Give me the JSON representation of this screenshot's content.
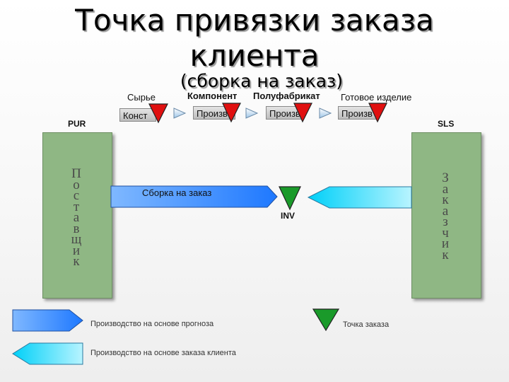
{
  "title": "Точка привязки заказа клиента",
  "subtitle": "(сборка на заказ)",
  "stages": {
    "raw": "Сырье",
    "component": "Компонент",
    "semi": "Полуфабрикат",
    "finished": "Готовое изделие"
  },
  "boxes": {
    "konst": "Конст",
    "proiz1": "Произв",
    "proiz2": "Произв",
    "proiz3": "Произв"
  },
  "left_label": "PUR",
  "right_label": "SLS",
  "supplier_letters": [
    "П",
    "о",
    "с",
    "т",
    "а",
    "в",
    "щ",
    "и",
    "к"
  ],
  "customer_letters": [
    "З",
    "а",
    "к",
    "а",
    "з",
    "ч",
    "и",
    "к"
  ],
  "flow_label": "Сборка на заказ",
  "inv_label": "INV",
  "legend": {
    "forecast": "Производство на основе прогноза",
    "order": "Производство на основе заказа клиента",
    "point": "Точка заказа"
  },
  "colors": {
    "pillar": "#8fb784",
    "forecast_arrow": "#1e90ff",
    "order_arrow": "#00d8ff",
    "order_point": "#1a9a2a",
    "decoupling_marker": "#e01010"
  }
}
